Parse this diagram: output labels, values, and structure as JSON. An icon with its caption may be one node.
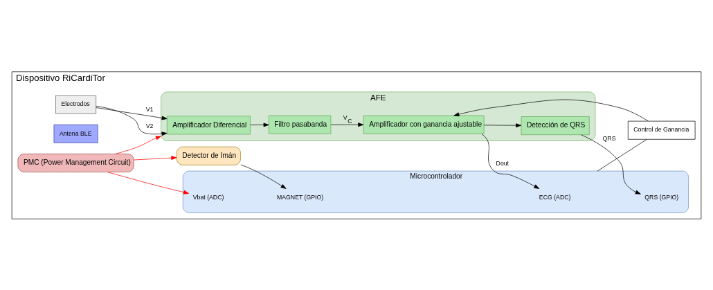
{
  "diagram": {
    "nodes": [
      {
        "text": [
          "Dispositivo RiCardiTor"
        ]
      },
      {
        "text": [
          "AFE"
        ],
        "in": 0
      },
      {
        "text": [
          "Electrodos"
        ],
        "in": 0
      },
      {
        "text": [
          "Amplificador Diferencial"
        ],
        "in": 1
      },
      {
        "text": [
          "Filtro pasabanda"
        ],
        "in": 1
      },
      {
        "text": [
          "Amplificador con ganancia ajustable"
        ],
        "in": 1
      },
      {
        "text": [
          "Detección de QRS"
        ],
        "in": 1
      },
      {
        "text": [
          "Control de Ganancia"
        ],
        "in": 0
      },
      {
        "text": [
          "Microcontrolador"
        ],
        "in": 0
      },
      {
        "text": [
          "ECG (ADC)"
        ],
        "in": 8
      },
      {
        "text": [
          "QRS (GPIO)"
        ],
        "in": 8
      },
      {
        "text": [
          "Vbat (ADC)"
        ],
        "in": 8
      },
      {
        "text": [
          "MAGNET (GPIO)"
        ],
        "in": 8
      },
      {
        "text": [
          "Antena BLE"
        ],
        "in": 0
      },
      {
        "text": [
          "PMC (Power Management Circuit)"
        ],
        "in": 0
      },
      {
        "text": [
          "Detector de Imán"
        ],
        "in": 0
      }
    ],
    "edges": [
      {
        "from": 2,
        "to": 3,
        "arrow": "to",
        "label": "V1"
      },
      {
        "from": 2,
        "to": 3,
        "arrow": "to",
        "label": "V2"
      },
      {
        "from": 3,
        "to": 4,
        "arrow": "to"
      },
      {
        "from": 4,
        "to": 5,
        "arrow": "to",
        "label": "V$_{C}$"
      },
      {
        "from": 8,
        "to": 7,
        "arrow": "none"
      },
      {
        "from": 7,
        "to": 5,
        "arrow": "to"
      },
      {
        "from": 5,
        "to": 9,
        "arrow": "to",
        "label": "Dout"
      },
      {
        "from": 5,
        "to": 6,
        "arrow": "to"
      },
      {
        "from": 6,
        "to": 10,
        "arrow": "to",
        "label": "QRS"
      },
      {
        "from": 14,
        "to": 1,
        "arrow": "to",
        "color": "#ff0000"
      },
      {
        "from": 14,
        "to": 11,
        "arrow": "to",
        "color": "#ff0000"
      },
      {
        "from": 14,
        "to": 15,
        "arrow": "to",
        "color": "#ff0000"
      },
      {
        "from": 15,
        "to": 12,
        "arrow": "to"
      }
    ]
  }
}
